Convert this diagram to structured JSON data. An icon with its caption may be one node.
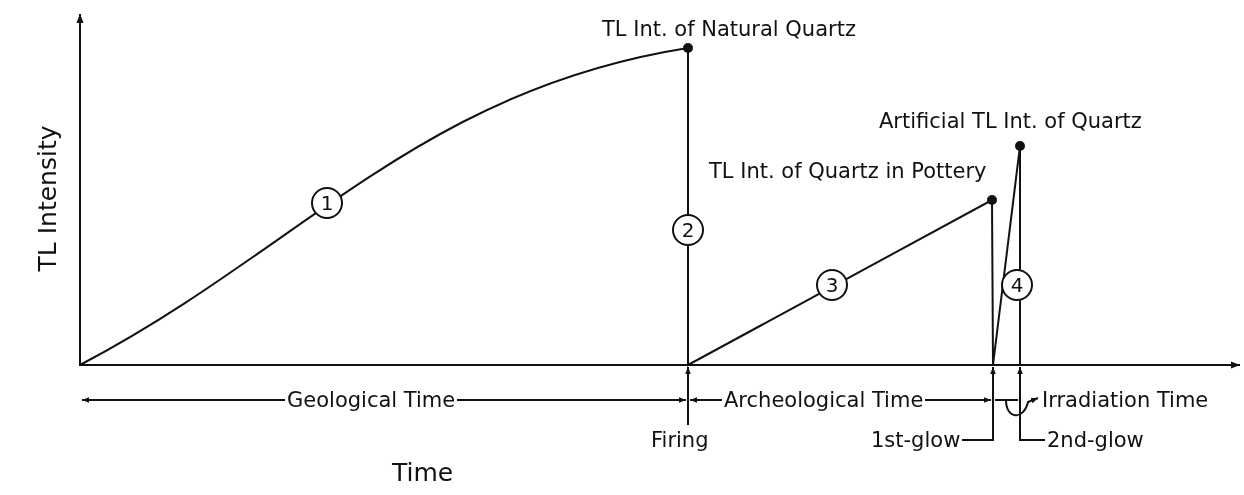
{
  "diagram": {
    "labels": [
      "TL Int. of Natural Quartz",
      "Artificial TL Int. of Quartz",
      "TL Int. of Quartz in Pottery",
      "TL Intensity",
      "1",
      "2",
      "3",
      "4",
      "Geological Time",
      "Archeological Time",
      "Irradiation Time",
      "Firing",
      "1st-glow",
      "2nd-glow",
      "Time"
    ]
  }
}
